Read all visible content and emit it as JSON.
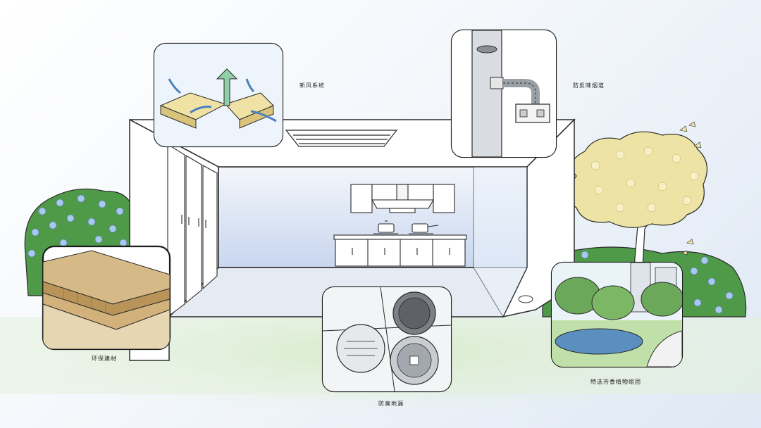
{
  "labels": {
    "fresh_air": "新风系统",
    "anti_odor_flue": "防反味烟道",
    "eco_materials": "环保建材",
    "anti_odor_drain": "防臭地漏",
    "aromatic_garden": "特选芳香植物组团"
  },
  "colors": {
    "outline": "#2a2a2a",
    "room_wall": "#ffffff",
    "back_wall": "#cfdcf1",
    "floor": "#e3e9f2",
    "grass": "#cfe8c0",
    "hedge": "#4f9a48",
    "flower": "#a9c8f0",
    "tree_canopy": "#ece3a4",
    "wood": "#c7a774",
    "water": "#5b8fc0"
  }
}
